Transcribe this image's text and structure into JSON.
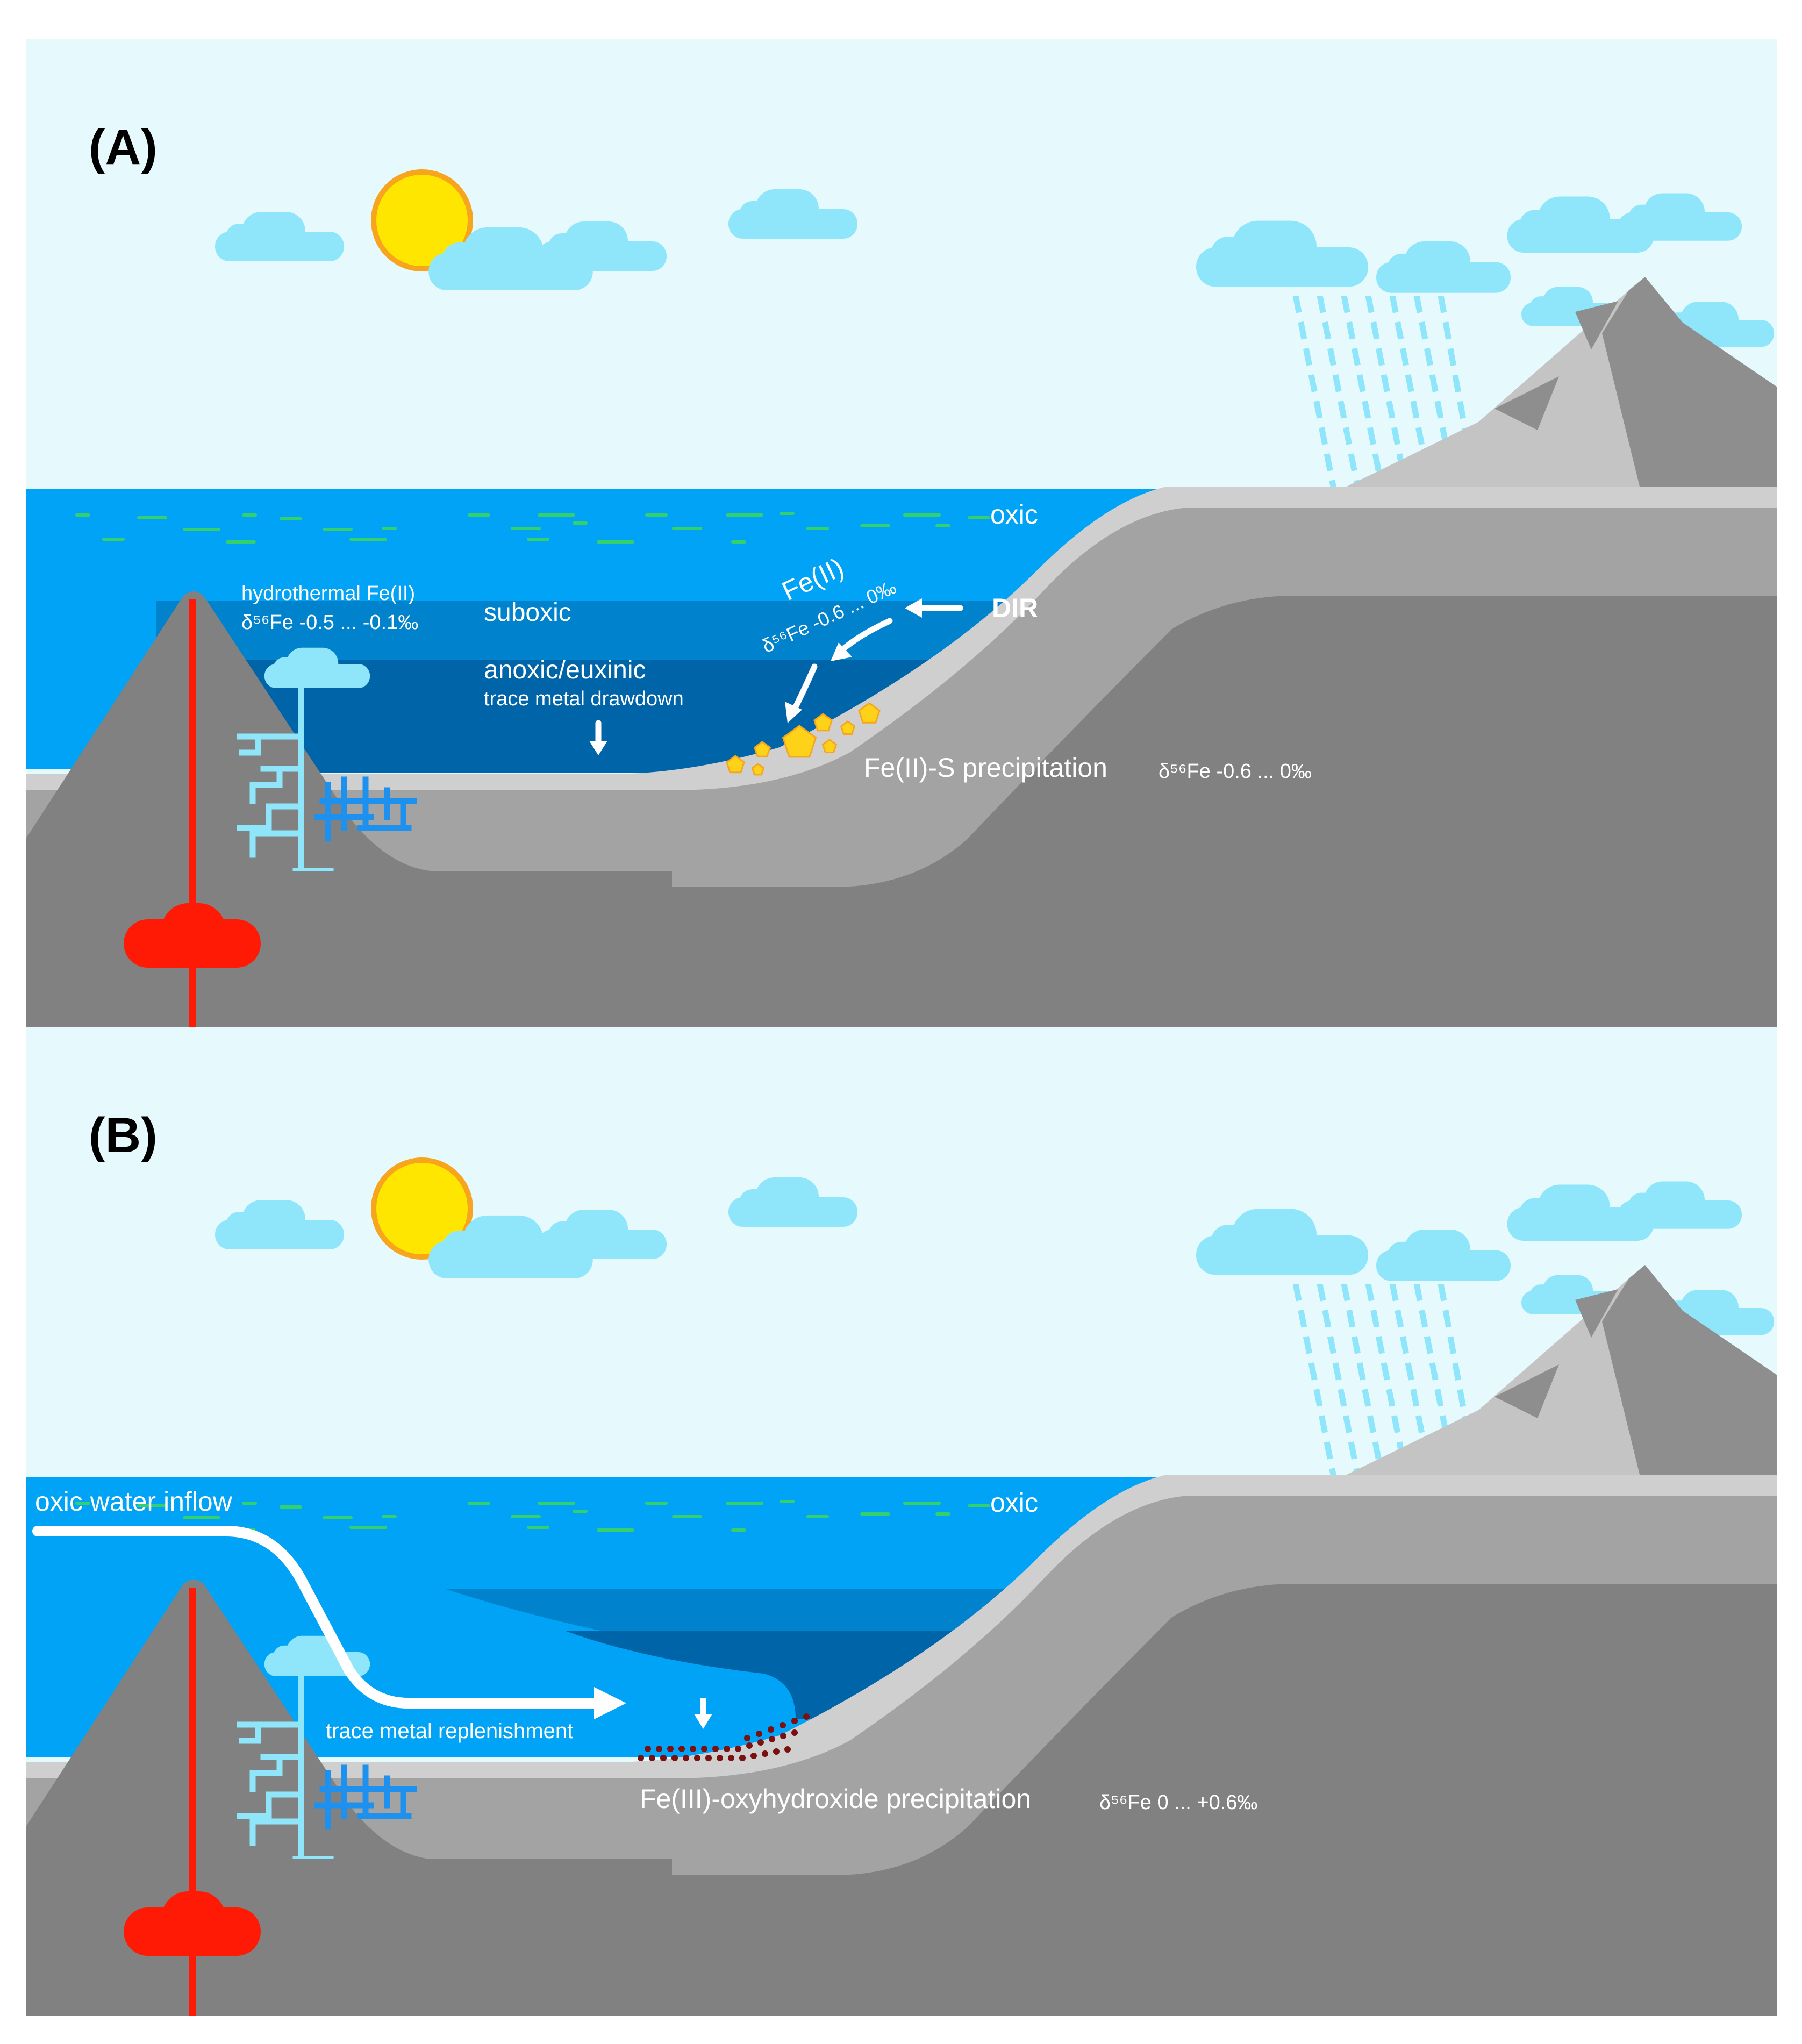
{
  "panels": [
    {
      "id": "A",
      "label": "(A)",
      "labels": {
        "oxic": "oxic",
        "hydrothermal_title": "hydrothermal Fe(II)",
        "hydrothermal_delta": "δ⁵⁶Fe -0.5 ... -0.1‰",
        "suboxic": "suboxic",
        "anoxic": "anoxic/euxinic",
        "trace_metal": "trace metal drawdown",
        "fe2": "Fe(II)",
        "fe2_delta": "δ⁵⁶Fe -0.6 ... 0‰",
        "dir": "DIR",
        "precipitation": "Fe(II)-S precipitation",
        "precipitation_delta": "δ⁵⁶Fe -0.6 ... 0‰"
      }
    },
    {
      "id": "B",
      "label": "(B)",
      "labels": {
        "oxic": "oxic",
        "inflow": "oxic water inflow",
        "replenishment": "trace metal replenishment",
        "precipitation": "Fe(III)-oxyhydroxide precipitation",
        "precipitation_delta": "δ⁵⁶Fe 0 ... +0.6‰"
      }
    }
  ],
  "icons": {
    "sun": "sun-icon",
    "cloud": "cloud-icon",
    "rain": "rain-icon",
    "mountain": "mountain-icon",
    "volcano": "volcanic-seamount-icon",
    "magma": "magma-chamber-icon",
    "vent": "hydrothermal-vent-icon",
    "plankton": "plankton-icon",
    "pyrite": "pyrite-crystal-icon",
    "fe3": "fe3-particle-icon",
    "arrow": "arrow-icon"
  },
  "colors": {
    "sky": "#e6f9fc",
    "cloud": "#8fe6fb",
    "sun_fill": "#ffe600",
    "sun_edge": "#f7a51c",
    "water_oxic": "#00a3f5",
    "water_suboxic": "#0082cc",
    "water_anoxic": "#0065a8",
    "sediment_light": "#cfcfcf",
    "rock_mid": "#a3a3a3",
    "rock_dark": "#818181",
    "mountain_light": "#c4c4c4",
    "mountain_dark": "#8e8e8e",
    "magma": "#ff1a05",
    "plumbing": "#8fe6fb",
    "plumbing_dark": "#1e90ee",
    "plankton": "#35d06e",
    "pyrite": "#ffd21a",
    "fe3": "#7a1010",
    "arrow": "#ffffff"
  }
}
